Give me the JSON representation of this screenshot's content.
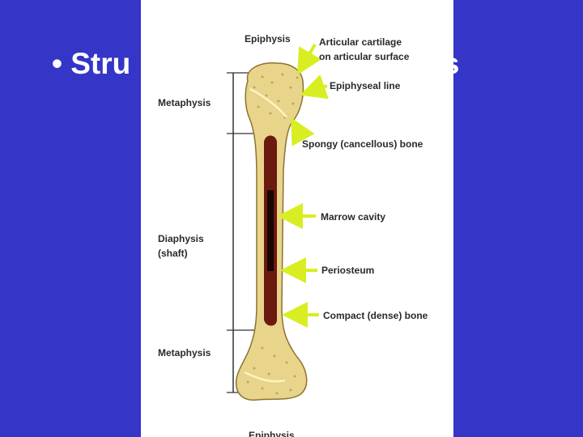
{
  "slide": {
    "title_visible": "• Stru",
    "title_trailing": "es"
  },
  "diagram": {
    "labels": {
      "epiphysis_top": "Epiphysis",
      "articular_cartilage_line1": "Articular cartilage",
      "articular_cartilage_line2": "on articular surface",
      "epiphyseal_line": "Epiphyseal line",
      "metaphysis_top": "Metaphysis",
      "spongy_bone": "Spongy (cancellous) bone",
      "marrow_cavity": "Marrow cavity",
      "diaphysis_line1": "Diaphysis",
      "diaphysis_line2": "(shaft)",
      "periosteum": "Periosteum",
      "compact_bone": "Compact (dense) bone",
      "metaphysis_bottom": "Metaphysis",
      "epiphysis_bottom": "Epiphysis"
    },
    "colors": {
      "background": "#3535c8",
      "bone": "#e8d48a",
      "marrow": "#6b1a10",
      "arrow": "#d8ee22",
      "label_text": "#2a2a2a"
    }
  }
}
